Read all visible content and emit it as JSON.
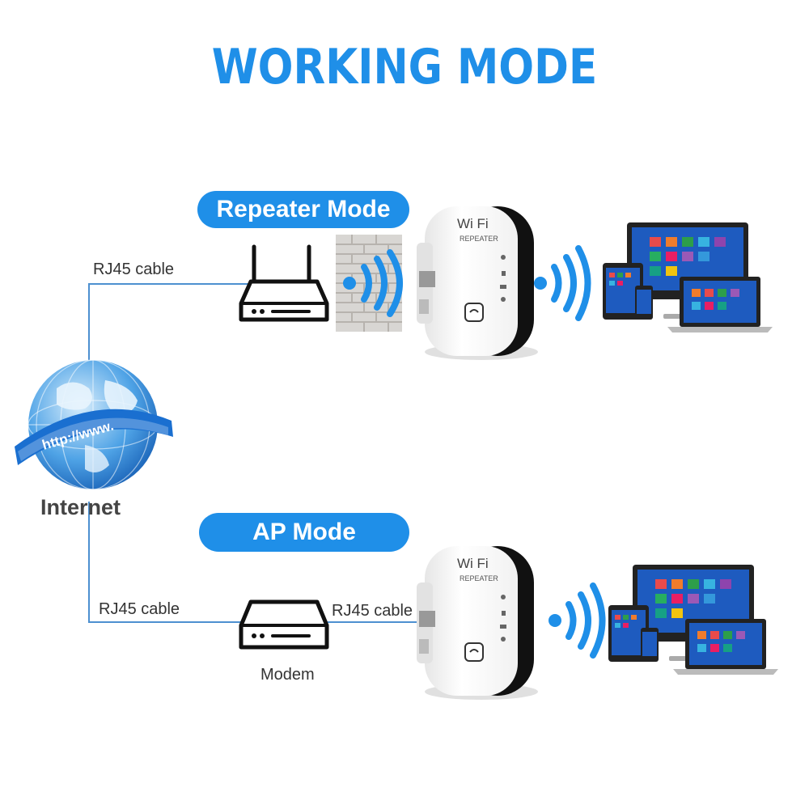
{
  "title": "WORKING MODE",
  "internet": {
    "label": "Internet",
    "globe_text": "http://www."
  },
  "repeater": {
    "mode_label": "Repeater Mode",
    "cable_label": "RJ45 cable",
    "device_brand_top": "Wi Fi",
    "device_brand_sub": "REPEATER"
  },
  "ap": {
    "mode_label": "AP Mode",
    "cable_label_left": "RJ45 cable",
    "cable_label_right": "RJ45 cable",
    "modem_label": "Modem",
    "device_brand_top": "Wi Fi",
    "device_brand_sub": "REPEATER"
  },
  "colors": {
    "accent": "#1f8fe8",
    "line": "#4d90d0",
    "text": "#333333"
  },
  "icons": [
    "globe-icon",
    "router-icon",
    "modem-icon",
    "brick-wall-icon",
    "wifi-signal-icon",
    "repeater-device-icon",
    "devices-icon"
  ]
}
